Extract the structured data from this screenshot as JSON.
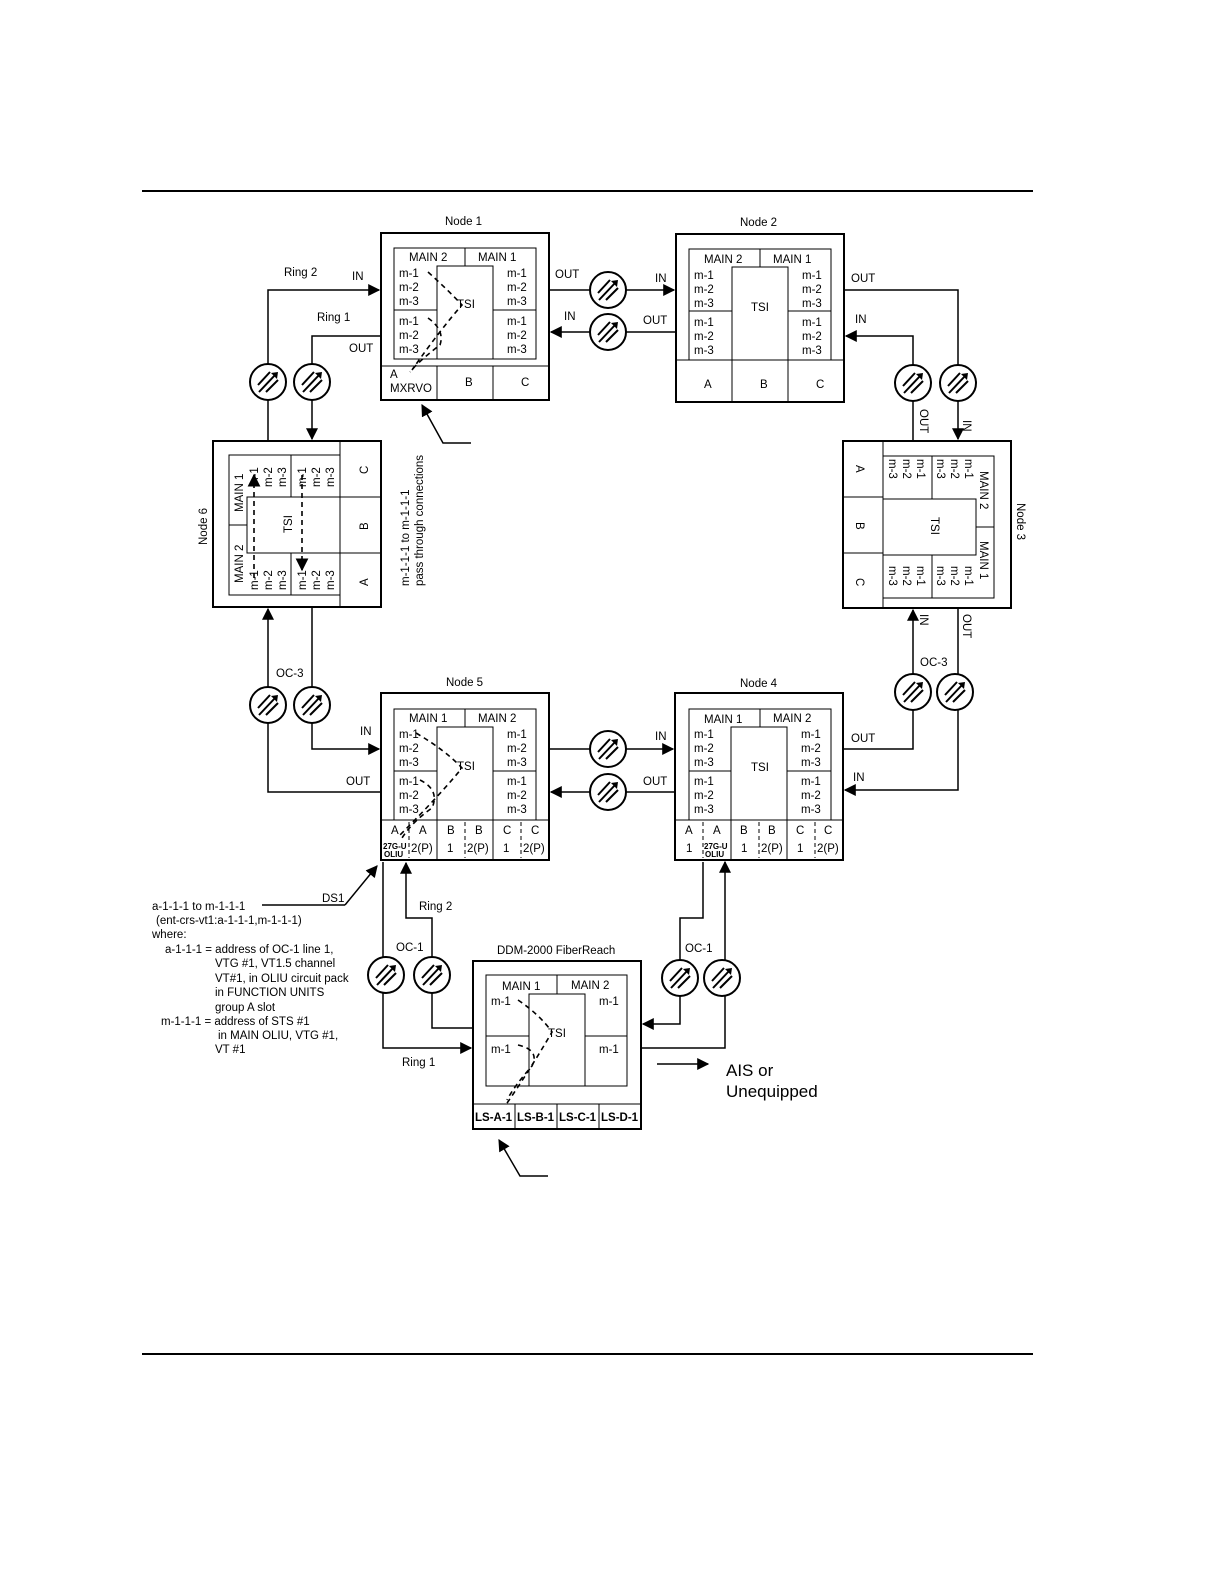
{
  "nodes": {
    "node1": {
      "title": "Node 1",
      "main_left": "MAIN 2",
      "main_right": "MAIN 1",
      "tsi": "TSI",
      "slot_a": "A",
      "slot_a_sub": "MXRVO",
      "slot_b": "B",
      "slot_c": "C"
    },
    "node2": {
      "title": "Node 2",
      "main_left": "MAIN 2",
      "main_right": "MAIN 1",
      "tsi": "TSI",
      "slot_a": "A",
      "slot_b": "B",
      "slot_c": "C"
    },
    "node3": {
      "title": "Node 3",
      "main_top": "MAIN 2",
      "main_bottom": "MAIN 1",
      "tsi": "TSI",
      "slot_a": "A",
      "slot_b": "B",
      "slot_c": "C"
    },
    "node4": {
      "title": "Node 4",
      "main_left": "MAIN 1",
      "main_right": "MAIN 2",
      "tsi": "TSI",
      "slots": [
        "A",
        "A",
        "B",
        "B",
        "C",
        "C"
      ],
      "slot_subs": [
        "1",
        "27G-U",
        "1",
        "2(P)",
        "1",
        "2(P)"
      ],
      "slot_sub2": "OLIU"
    },
    "node5": {
      "title": "Node 5",
      "main_left": "MAIN 1",
      "main_right": "MAIN 2",
      "tsi": "TSI",
      "slots": [
        "A",
        "A",
        "B",
        "B",
        "C",
        "C"
      ],
      "slot_subs": [
        "27G-U",
        "2(P)",
        "1",
        "2(P)",
        "1",
        "2(P)"
      ],
      "slot_sub2": "OLIU"
    },
    "node6": {
      "title": "Node 6",
      "main_left": "MAIN 2",
      "main_right": "MAIN 1",
      "tsi": "TSI",
      "slot_a": "A",
      "slot_b": "B",
      "slot_c": "C"
    },
    "fiberreach": {
      "title": "DDM-2000 FiberReach",
      "main_left": "MAIN 1",
      "main_right": "MAIN 2",
      "tsi": "TSI",
      "slots": [
        "LS-A-1",
        "LS-B-1",
        "LS-C-1",
        "LS-D-1"
      ]
    }
  },
  "ports": {
    "m1": "m-1",
    "m2": "m-2",
    "m3": "m-3"
  },
  "labels": {
    "in": "IN",
    "out": "OUT",
    "ring1": "Ring 1",
    "ring2": "Ring 2",
    "oc3": "OC-3",
    "oc1": "OC-1",
    "ds1": "DS1",
    "ais": "AIS or",
    "unequipped": "Unequipped",
    "passthrough_line1": "m-1-1-1 to m-1-1-1",
    "passthrough_line2": "pass through connections"
  },
  "note": {
    "lines": [
      "a-1-1-1 to m-1-1-1",
      "(ent-crs-vt1:a-1-1-1,m-1-1-1)",
      "where:",
      "a-1-1-1 = address of  OC-1 line 1,",
      "VTG #1, VT1.5 channel",
      "VT#1, in OLIU circuit pack",
      "in FUNCTION UNITS",
      "group A slot",
      "m-1-1-1 = address of  STS #1",
      "in MAIN OLIU, VTG #1,",
      "VT #1"
    ]
  }
}
